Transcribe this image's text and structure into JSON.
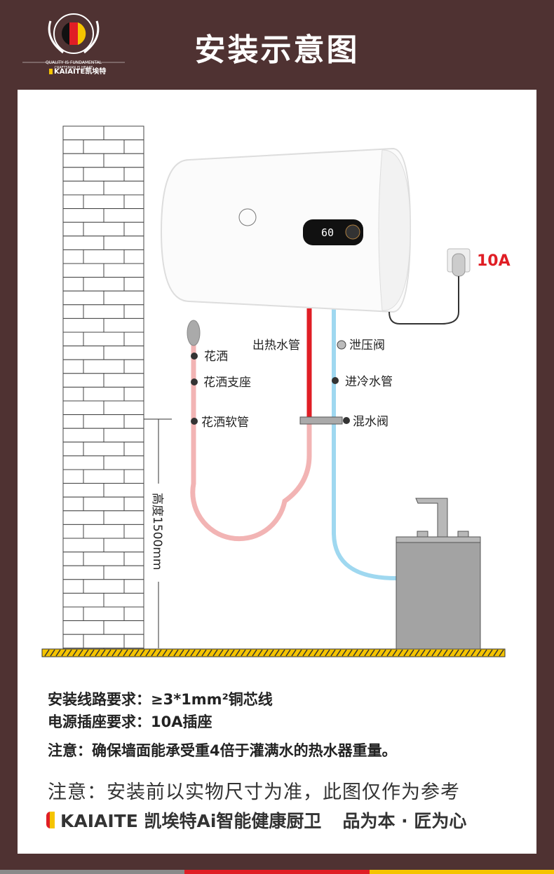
{
  "header": {
    "title": "安装示意图",
    "logo": {
      "line1": "QUALITY IS FUNDAMENTAL",
      "line2": "CRAFTSMAN IS HEART",
      "brand": "KAIAITE凯埃特"
    }
  },
  "heater": {
    "display": "60"
  },
  "labels": {
    "power": "10A",
    "shower": "花洒",
    "shower_holder": "花洒支座",
    "shower_hose": "花洒软管",
    "hot_pipe": "出热水管",
    "relief_valve": "泄压阀",
    "cold_pipe": "进冷水管",
    "mixing_valve": "混水阀",
    "height": "高度1500mm"
  },
  "requirements": [
    "安装线路要求：≥3*1mm²铜芯线",
    "电源插座要求：10A插座",
    "注意：确保墙面能承受重4倍于灌满水的热水器重量。"
  ],
  "note": "注意：安装前以实物尺寸为准，此图仅作为参考",
  "footer": {
    "brand": "KAIAITE 凯埃特Ai智能健康厨卫",
    "slogan": "品为本 · 匠为心"
  },
  "colors": {
    "background": "#4f3232",
    "hot": "#e01e25",
    "cold": "#9fd8f0",
    "hose": "#f2b4b4",
    "stripe": [
      "#8a8a8a",
      "#e01e25",
      "#f5c400"
    ]
  }
}
